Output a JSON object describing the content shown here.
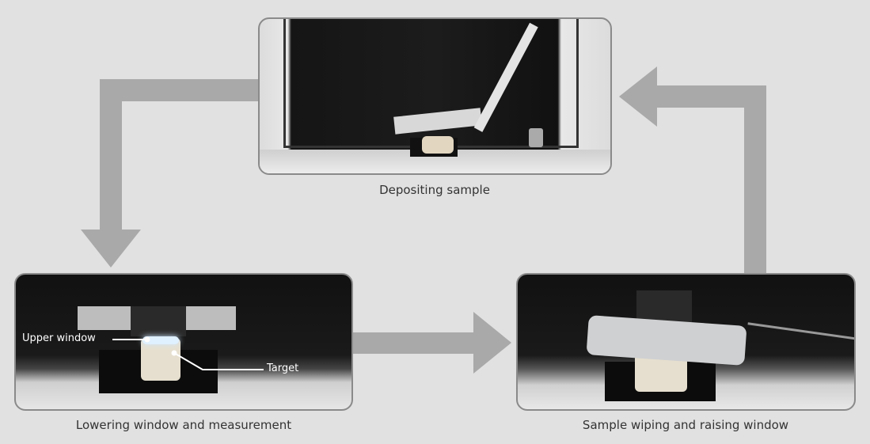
{
  "steps": [
    {
      "caption": "Depositing sample"
    },
    {
      "caption": "Lowering window and measurement",
      "annotations": [
        "Upper window",
        "Target"
      ]
    },
    {
      "caption": "Sample wiping and raising window"
    }
  ],
  "colors": {
    "background": "#e1e1e1",
    "arrow": "#a9a9a9"
  }
}
